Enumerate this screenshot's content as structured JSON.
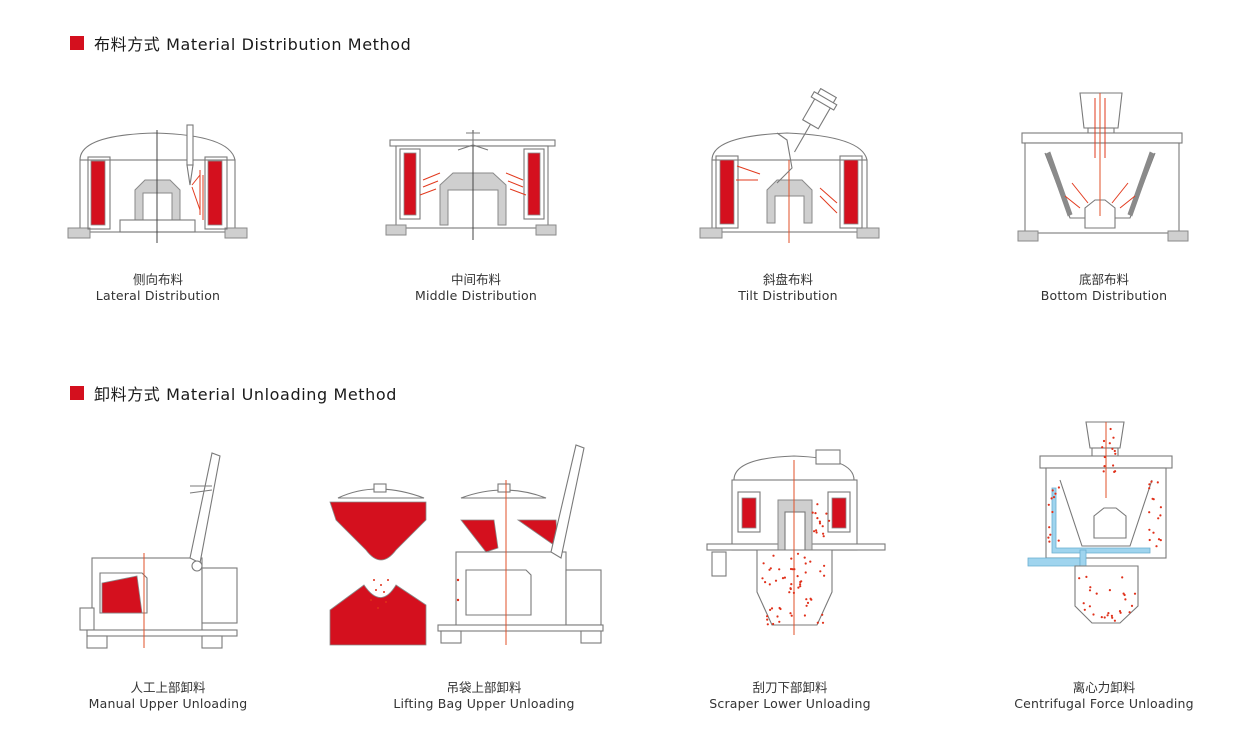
{
  "colors": {
    "accent": "#d4101e",
    "line": "#7a7a7a",
    "blue": "#9fd4ee"
  },
  "sections": [
    {
      "title": "布料方式 Material Distribution Method",
      "items": [
        {
          "zh": "侧向布料",
          "en": "Lateral Distribution"
        },
        {
          "zh": "中间布料",
          "en": "Middle Distribution"
        },
        {
          "zh": "斜盘布料",
          "en": "Tilt Distribution"
        },
        {
          "zh": "底部布料",
          "en": "Bottom Distribution"
        }
      ]
    },
    {
      "title": "卸料方式 Material Unloading Method",
      "items": [
        {
          "zh": "人工上部卸料",
          "en": "Manual Upper Unloading"
        },
        {
          "zh": "吊袋上部卸料",
          "en": "Lifting Bag Upper Unloading"
        },
        {
          "zh": "刮刀下部卸料",
          "en": "Scraper Lower Unloading"
        },
        {
          "zh": "离心力卸料",
          "en": "Centrifugal Force Unloading"
        }
      ]
    }
  ]
}
